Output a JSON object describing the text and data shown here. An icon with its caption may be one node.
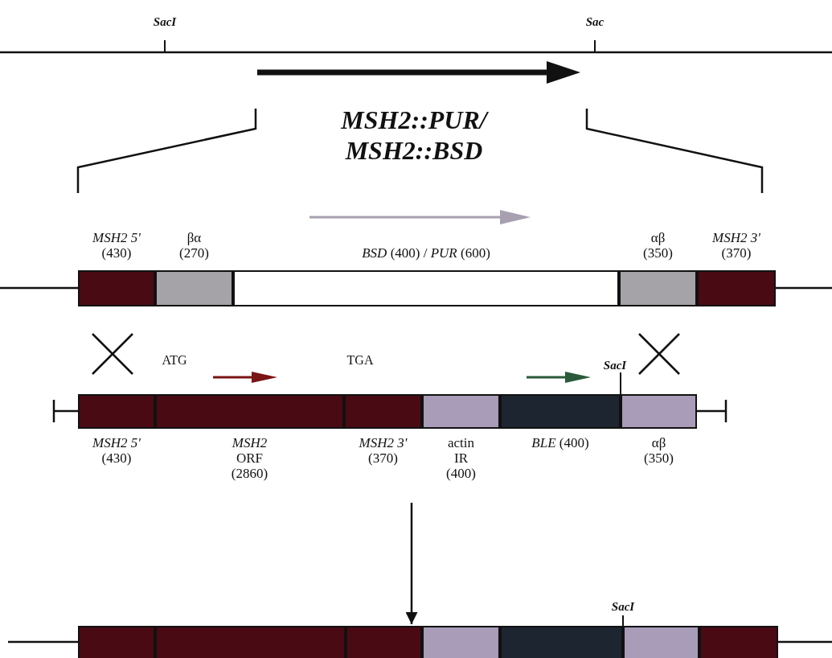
{
  "diagram": {
    "nodes": [
      {
        "text": [
          "*MSH2 5'* (430)"
        ]
      },
      {
        "text": [
          "βα (270)"
        ]
      },
      {
        "text": [
          "*BSD* (400) / *PUR* (600)"
        ]
      },
      {
        "text": [
          "αβ (350)"
        ]
      },
      {
        "text": [
          "*MSH2 3'* (370)"
        ]
      },
      {
        "text": [
          "*MSH2 5'* (430)"
        ]
      },
      {
        "text": [
          "*MSH2* ORF (2860)"
        ]
      },
      {
        "text": [
          "*MSH2 3'* (370)"
        ]
      },
      {
        "text": [
          "actin IR (400)"
        ]
      },
      {
        "text": [
          "*BLE* (400)"
        ]
      },
      {
        "text": [
          "αβ (350)"
        ]
      },
      {
        "text": [],
        "shape": "box"
      },
      {
        "text": [],
        "shape": "box"
      },
      {
        "text": [],
        "shape": "box"
      },
      {
        "text": [],
        "shape": "box"
      },
      {
        "text": [],
        "shape": "box"
      },
      {
        "text": [],
        "shape": "box"
      },
      {
        "text": [],
        "shape": "box"
      }
    ],
    "edges": [
      {
        "from": null,
        "to": 13,
        "arrow": "to"
      }
    ],
    "labels": [
      "SacI",
      "Sac",
      "MSH2::PUR/ MSH2::BSD",
      "ATG",
      "TGA",
      "SacI",
      "SacI"
    ]
  }
}
